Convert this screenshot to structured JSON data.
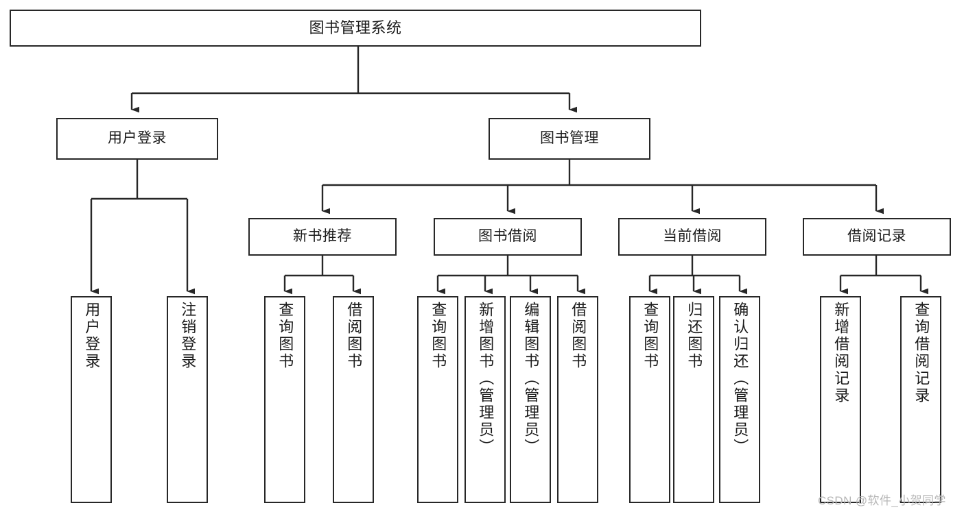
{
  "diagram": {
    "type": "tree",
    "title": "图书管理系统",
    "root": {
      "label": "图书管理系统"
    },
    "level2": [
      {
        "label": "用户登录"
      },
      {
        "label": "图书管理"
      }
    ],
    "level3": [
      {
        "label": "新书推荐"
      },
      {
        "label": "图书借阅"
      },
      {
        "label": "当前借阅"
      },
      {
        "label": "借阅记录"
      }
    ],
    "leaves": {
      "user_login": [
        {
          "label": "用户登录"
        },
        {
          "label": "注销登录"
        }
      ],
      "new_book_recommend": [
        {
          "label": "查询图书"
        },
        {
          "label": "借阅图书"
        }
      ],
      "book_borrow": [
        {
          "label": "查询图书"
        },
        {
          "label": "新增图书（管理员）"
        },
        {
          "label": "编辑图书（管理员）"
        },
        {
          "label": "借阅图书"
        }
      ],
      "current_borrow": [
        {
          "label": "查询图书"
        },
        {
          "label": "归还图书"
        },
        {
          "label": "确认归还（管理员）"
        }
      ],
      "borrow_record": [
        {
          "label": "新增借阅记录"
        },
        {
          "label": "查询借阅记录"
        }
      ]
    }
  },
  "watermark": {
    "text": "CSDN @软件_小贺同学"
  },
  "colors": {
    "stroke": "#272727",
    "box_fill": "#ffffff",
    "text": "#1b1b1b",
    "watermark": "#b6b6b6",
    "background": "#ffffff"
  }
}
